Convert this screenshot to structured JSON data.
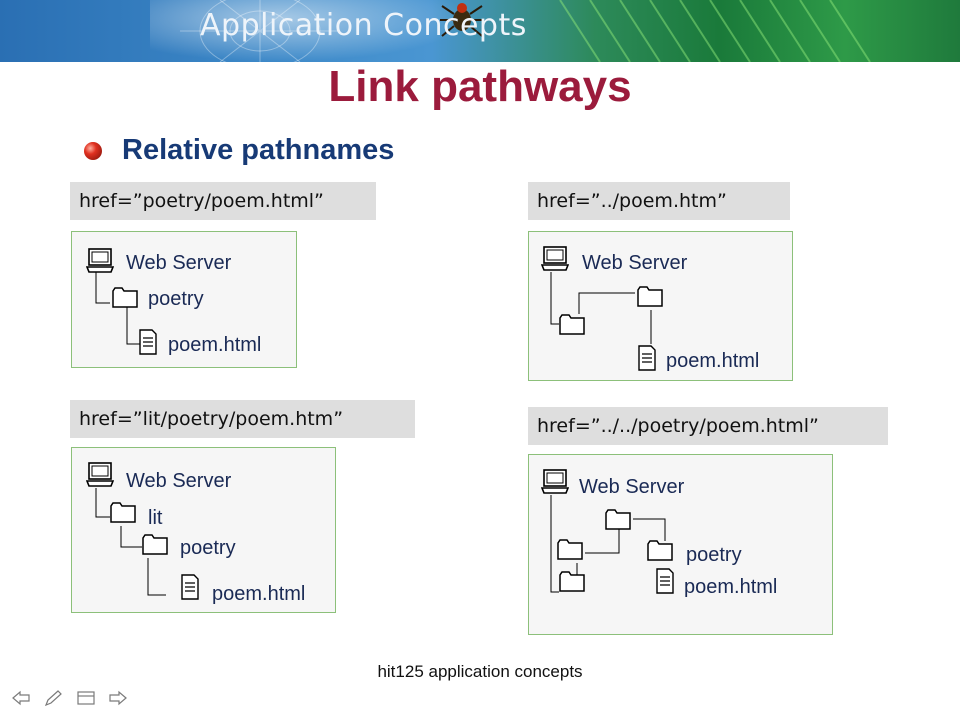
{
  "banner": {
    "title": "Application Concepts"
  },
  "slide": {
    "title": "Link pathways",
    "bullet": "Relative pathnames"
  },
  "examples": {
    "ex1": {
      "href": "href=”poetry/poem.html”",
      "server": "Web Server",
      "folder": "poetry",
      "file": "poem.html"
    },
    "ex2": {
      "href": "href=”../poem.htm”",
      "server": "Web Server",
      "file": "poem.html"
    },
    "ex3": {
      "href": "href=”lit/poetry/poem.htm”",
      "server": "Web Server",
      "folder1": "lit",
      "folder2": "poetry",
      "file": "poem.html"
    },
    "ex4": {
      "href": "href=”../../poetry/poem.html”",
      "server": "Web Server",
      "folder": "poetry",
      "file": "poem.html"
    }
  },
  "footer": {
    "text": "hit125 application concepts"
  },
  "icons": [
    "computer-icon",
    "folder-icon",
    "document-icon",
    "nav-back-icon",
    "nav-pen-icon",
    "nav-menu-icon",
    "nav-forward-icon"
  ],
  "colors": {
    "title": "#9b1b3c",
    "bullet_text": "#173a76",
    "panel_border": "#8cc07a",
    "label_bg": "#dedede"
  }
}
